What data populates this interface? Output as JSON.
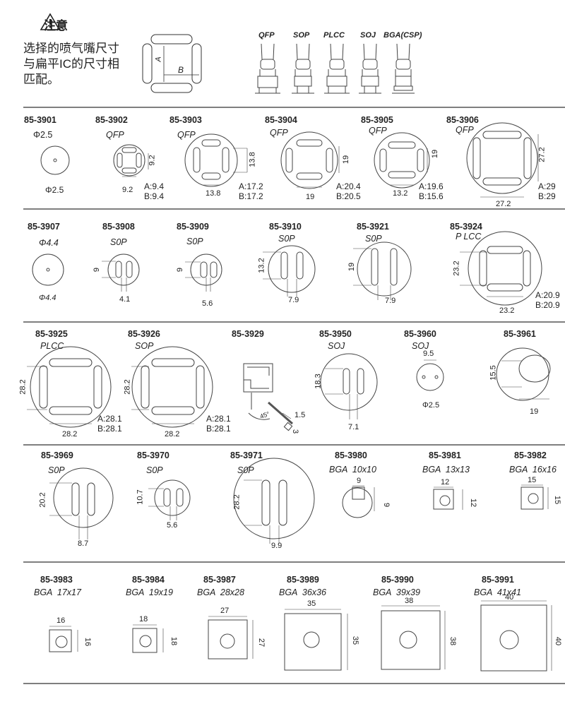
{
  "note": {
    "title": "注意",
    "lines": [
      "选择的喷气嘴尺寸",
      "与扁平IC的尺寸相",
      "匹配。"
    ],
    "label_a": "A",
    "label_b": "B"
  },
  "nozzle_types": [
    "QFP",
    "SOP",
    "PLCC",
    "SOJ",
    "BGA(CSP)"
  ],
  "nozzles": [
    {
      "code": "85-3901",
      "type": "Φ2.5",
      "dims": [
        "Φ2.5"
      ]
    },
    {
      "code": "85-3902",
      "type": "QFP",
      "dims": [
        "9.2",
        "9.2"
      ],
      "ab": [
        "A:9.4",
        "B:9.4"
      ]
    },
    {
      "code": "85-3903",
      "type": "QFP",
      "dims": [
        "13.8",
        "13.8"
      ],
      "ab": [
        "A:17.2",
        "B:17.2"
      ]
    },
    {
      "code": "85-3904",
      "type": "QFP",
      "dims": [
        "19",
        "19"
      ],
      "ab": [
        "A:20.4",
        "B:20.5"
      ]
    },
    {
      "code": "85-3905",
      "type": "QFP",
      "dims": [
        "19",
        "13.2"
      ],
      "ab": [
        "A:19.6",
        "B:15.6"
      ]
    },
    {
      "code": "85-3906",
      "type": "QFP",
      "dims": [
        "27.2",
        "27.2"
      ],
      "ab": [
        "A:29",
        "B:29"
      ]
    },
    {
      "code": "85-3907",
      "type": "Φ4.4",
      "dims": [
        "Φ4.4"
      ]
    },
    {
      "code": "85-3908",
      "type": "S0P",
      "dims": [
        "9",
        "4.1"
      ]
    },
    {
      "code": "85-3909",
      "type": "S0P",
      "dims": [
        "9",
        "5.6"
      ]
    },
    {
      "code": "85-3910",
      "type": "S0P",
      "dims": [
        "13.2",
        "7.9"
      ]
    },
    {
      "code": "85-3921",
      "type": "S0P",
      "dims": [
        "19",
        "7.9"
      ]
    },
    {
      "code": "85-3924",
      "type": "P LCC",
      "dims": [
        "23.2",
        "23.2"
      ],
      "ab": [
        "A:20.9",
        "B:20.9"
      ]
    },
    {
      "code": "85-3925",
      "type": "PLCC",
      "dims": [
        "28.2",
        "28.2"
      ],
      "ab": [
        "A:28.1",
        "B:28.1"
      ]
    },
    {
      "code": "85-3926",
      "type": "SOP",
      "dims": [
        "28.2",
        "28.2"
      ],
      "ab": [
        "A:28.1",
        "B:28.1"
      ]
    },
    {
      "code": "85-3929",
      "type": "",
      "dims": [
        "45°",
        "1.5",
        "3"
      ]
    },
    {
      "code": "85-3950",
      "type": "SOJ",
      "dims": [
        "18.3",
        "7.1"
      ]
    },
    {
      "code": "85-3960",
      "type": "SOJ",
      "dims": [
        "9.5",
        "Φ2.5"
      ]
    },
    {
      "code": "85-3961",
      "type": "",
      "dims": [
        "15.5",
        "19"
      ]
    },
    {
      "code": "85-3969",
      "type": "S0P",
      "dims": [
        "20.2",
        "8.7"
      ]
    },
    {
      "code": "85-3970",
      "type": "S0P",
      "dims": [
        "10.7",
        "5.6"
      ]
    },
    {
      "code": "85-3971",
      "type": "S0P",
      "dims": [
        "28.2",
        "9.9"
      ]
    },
    {
      "code": "85-3980",
      "type": "BGA  10x10",
      "dims": [
        "9",
        "9"
      ]
    },
    {
      "code": "85-3981",
      "type": "BGA  13x13",
      "dims": [
        "12",
        "12"
      ]
    },
    {
      "code": "85-3982",
      "type": "BGA  16x16",
      "dims": [
        "15",
        "15"
      ]
    },
    {
      "code": "85-3983",
      "type": "BGA  17x17",
      "dims": [
        "16",
        "16"
      ]
    },
    {
      "code": "85-3984",
      "type": "BGA  19x19",
      "dims": [
        "18",
        "18"
      ]
    },
    {
      "code": "85-3987",
      "type": "BGA  28x28",
      "dims": [
        "27",
        "27"
      ]
    },
    {
      "code": "85-3989",
      "type": "BGA  36x36",
      "dims": [
        "35",
        "35"
      ]
    },
    {
      "code": "85-3990",
      "type": "BGA  39x39",
      "dims": [
        "38",
        "38"
      ]
    },
    {
      "code": "85-3991",
      "type": "BGA  41x41",
      "dims": [
        "40",
        "40"
      ]
    }
  ]
}
